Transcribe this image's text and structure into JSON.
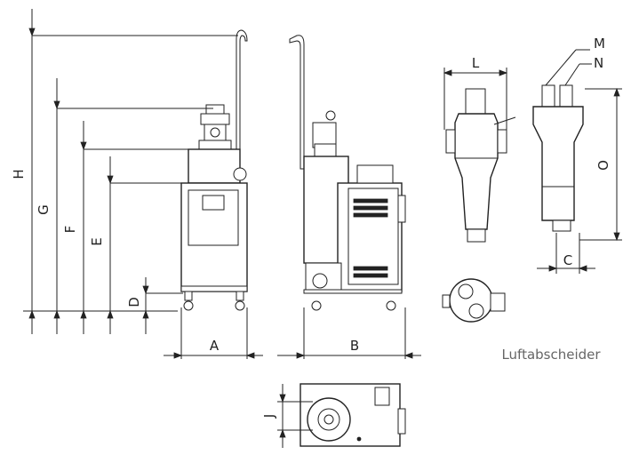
{
  "diagram": {
    "dimension_labels": {
      "H": "H",
      "G": "G",
      "F": "F",
      "E": "E",
      "D": "D",
      "A": "A",
      "B": "B",
      "L": "L",
      "M": "M",
      "N": "N",
      "O": "O",
      "C": "C",
      "J": "J"
    },
    "caption": "Luftabscheider"
  }
}
